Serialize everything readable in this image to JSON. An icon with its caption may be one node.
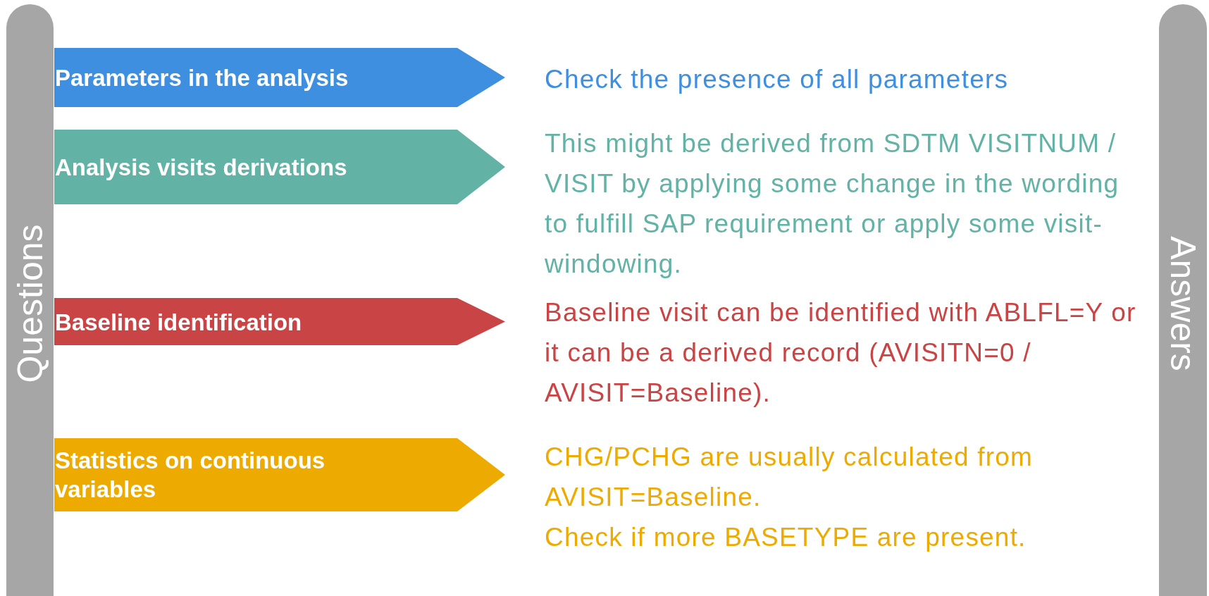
{
  "diagram": {
    "nodes": [
      {
        "text": [
          "Questions"
        ]
      },
      {
        "text": [
          "Answers"
        ]
      },
      {
        "text": [
          "Parameters in the analysis"
        ]
      },
      {
        "text": [
          "Analysis visits derivations"
        ]
      },
      {
        "text": [
          "Baseline identification"
        ]
      },
      {
        "text": [
          "Statistics on continuous variables"
        ]
      }
    ],
    "labels": [
      "Check the presence of all parameters",
      "This might be derived from SDTM VISITNUM / VISIT by applying some change in the wording to fulfill SAP requirement or apply some visit-windowing.",
      "Baseline visit can be identified with ABLFL=Y or it can be a derived record (AVISITN=0 / AVISIT=Baseline).",
      "CHG/PCHG are usually calculated from AVISIT=Baseline.",
      "Check if more BASETYPE are present."
    ]
  }
}
